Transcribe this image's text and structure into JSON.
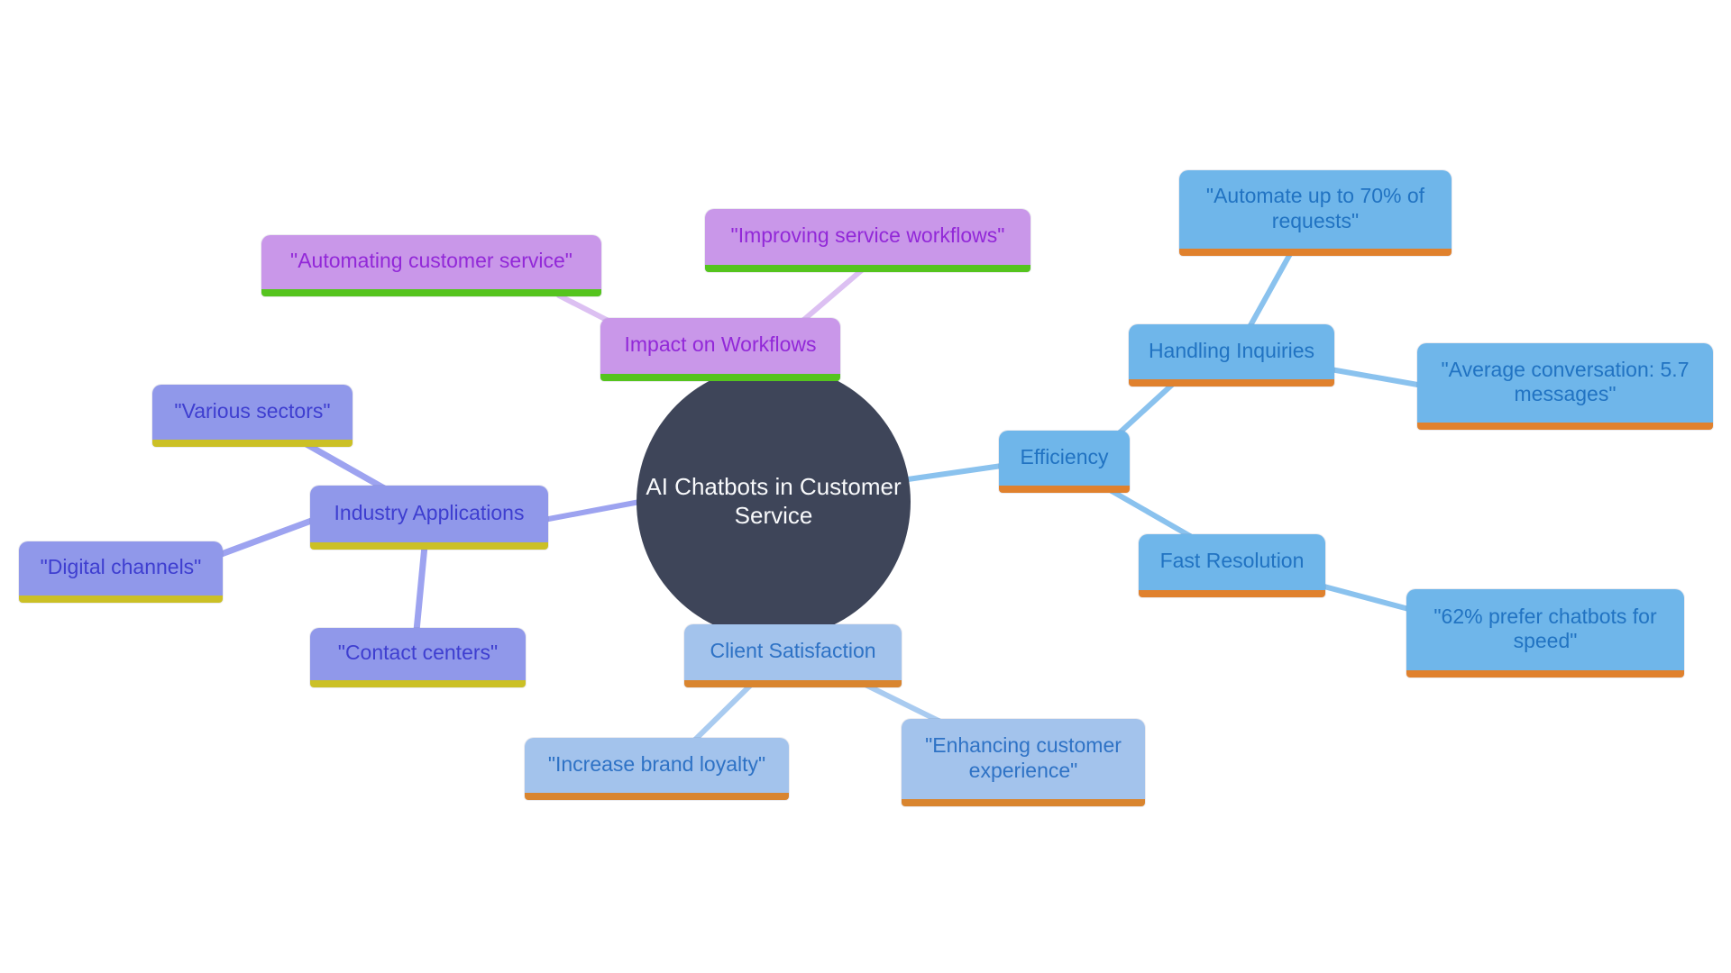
{
  "diagram": {
    "type": "mindmap",
    "background_color": "#ffffff"
  },
  "root": {
    "label": "AI Chatbots in Customer\nService",
    "fill": "#3e4559",
    "text_color": "#f8f9fb"
  },
  "branches": [
    {
      "id": "impact",
      "label": "Impact on Workflows",
      "fill": "#c997e9",
      "text_color": "#9228d8",
      "underline_color": "#55c41e",
      "connector_color": "#dcc0f2",
      "children": [
        {
          "label": "\"Automating customer service\""
        },
        {
          "label": "\"Improving service workflows\""
        }
      ]
    },
    {
      "id": "industry",
      "label": "Industry Applications",
      "fill": "#9098ea",
      "text_color": "#3e3ed0",
      "underline_color": "#cbc026",
      "connector_color": "#9da3f0",
      "children": [
        {
          "label": "\"Various sectors\""
        },
        {
          "label": "\"Digital channels\""
        },
        {
          "label": "\"Contact centers\""
        }
      ]
    },
    {
      "id": "efficiency",
      "label": "Efficiency",
      "fill": "#6fb6ea",
      "text_color": "#2173c2",
      "underline_color": "#e0812d",
      "connector_color": "#8ac2ee",
      "children": [
        {
          "label": "Handling Inquiries",
          "children": [
            {
              "label": "\"Automate up to 70% of\nrequests\""
            },
            {
              "label": "\"Average conversation: 5.7\nmessages\""
            }
          ]
        },
        {
          "label": "Fast Resolution",
          "children": [
            {
              "label": "\"62% prefer chatbots for\nspeed\""
            }
          ]
        }
      ]
    },
    {
      "id": "satisfaction",
      "label": "Client Satisfaction",
      "fill": "#a3c3ec",
      "text_color": "#2e72c5",
      "underline_color": "#d9852f",
      "connector_color": "#a9cbf0",
      "children": [
        {
          "label": "\"Increase brand loyalty\""
        },
        {
          "label": "\"Enhancing customer\nexperience\""
        }
      ]
    }
  ]
}
